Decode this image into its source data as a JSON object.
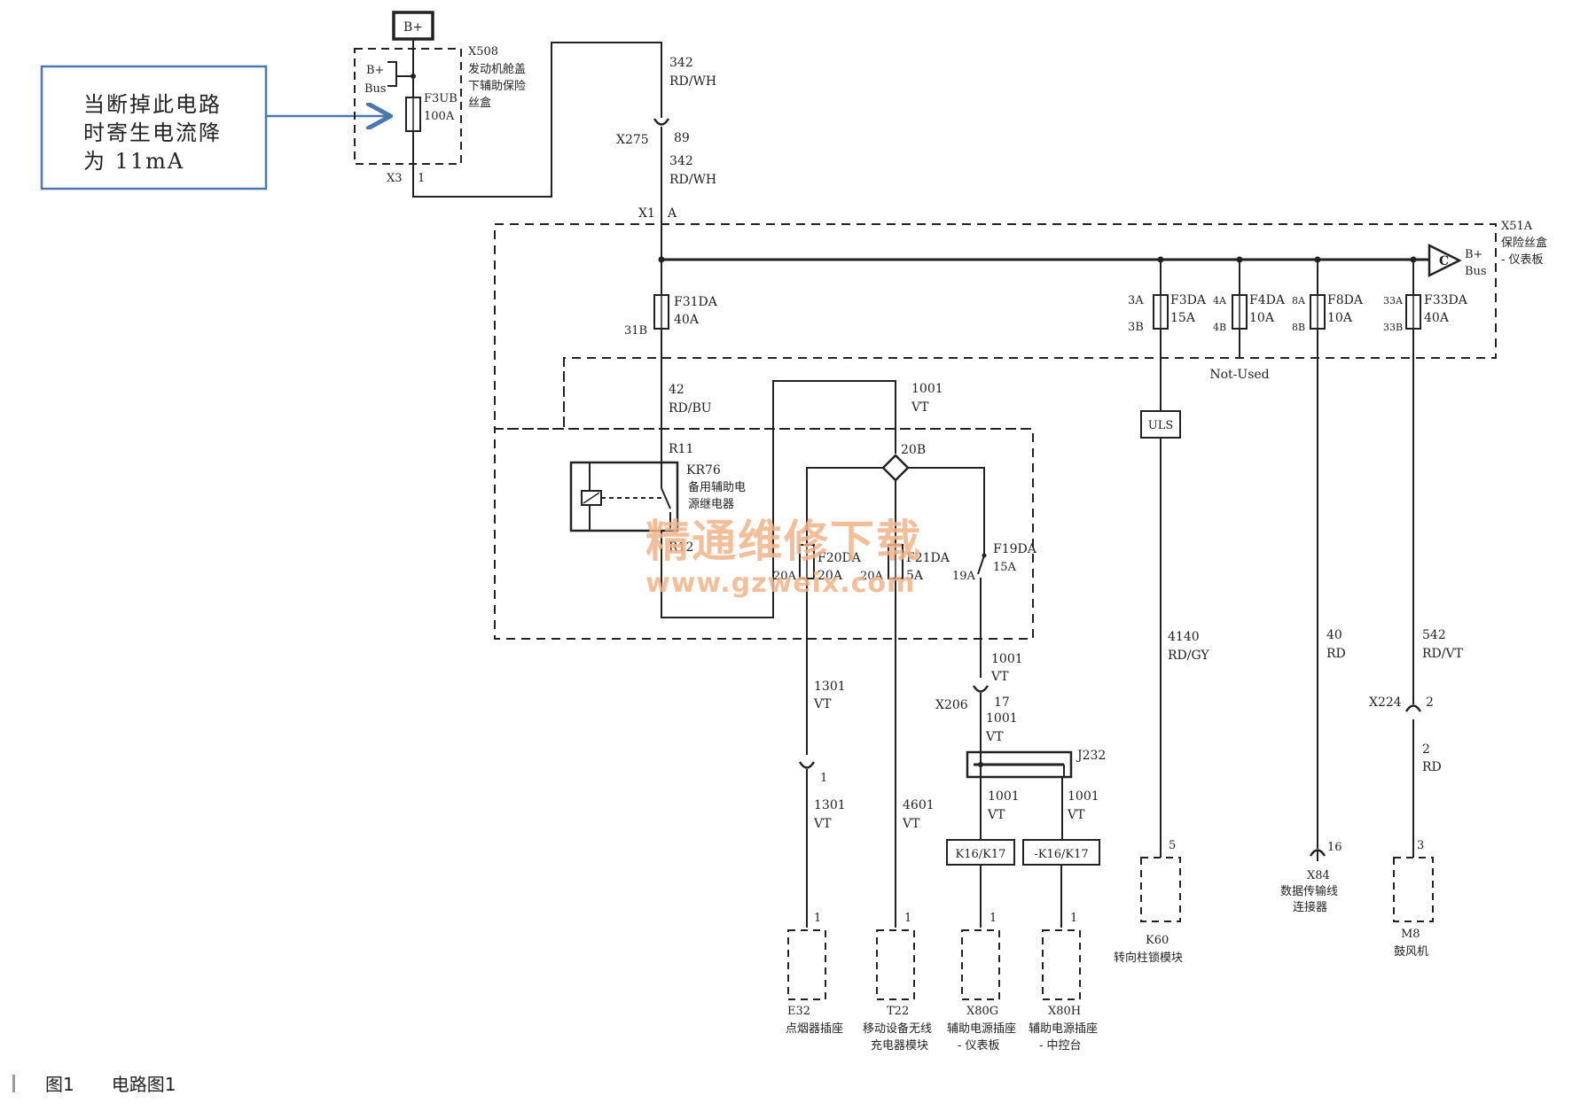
{
  "callout": {
    "lines": [
      "当断掉此电路",
      "时寄生电流降",
      "为 11mA"
    ]
  },
  "bplus_box": "B+",
  "x508": {
    "name": "X508",
    "desc": [
      "发动机舱盖",
      "下辅助保险",
      "丝盒"
    ],
    "bus_label": [
      "B+",
      "Bus"
    ],
    "fuse": {
      "name": "F3UB",
      "rating": "100A"
    },
    "connector": {
      "name": "X3",
      "pin": "1"
    }
  },
  "wire_342_top": {
    "circuit": "342",
    "color": "RD/WH"
  },
  "x275": {
    "name": "X275",
    "pin": "89"
  },
  "wire_342_bottom": {
    "circuit": "342",
    "color": "RD/WH"
  },
  "x1": {
    "name": "X1",
    "pin": "A"
  },
  "x51a": {
    "name": "X51A",
    "desc": [
      "保险丝盒",
      "- 仪表板"
    ],
    "bus_label": [
      "B+",
      "Bus"
    ],
    "bus_symbol": "C"
  },
  "fuses": {
    "f31da": {
      "name": "F31DA",
      "rating": "40A",
      "pin_out": "31B"
    },
    "f3da": {
      "name": "F3DA",
      "rating": "15A",
      "pin_in": "3A",
      "pin_out": "3B"
    },
    "f4da": {
      "name": "F4DA",
      "rating": "10A",
      "pin_in": "4A",
      "pin_out": "4B"
    },
    "f8da": {
      "name": "F8DA",
      "rating": "10A",
      "pin_in": "8A",
      "pin_out": "8B"
    },
    "f33da": {
      "name": "F33DA",
      "rating": "40A",
      "pin_in": "33A",
      "pin_out": "33B"
    },
    "f20da": {
      "name": "F20DA",
      "rating": "20A",
      "pin": "20A"
    },
    "f21da": {
      "name": "F21DA",
      "rating": "5A",
      "pin": "20A"
    },
    "f19da": {
      "name": "F19DA",
      "rating": "15A",
      "pin": "19A"
    }
  },
  "not_used": "Not-Used",
  "wire_42": {
    "circuit": "42",
    "color": "RD/BU"
  },
  "wire_1001_top": {
    "circuit": "1001",
    "color": "VT"
  },
  "relay": {
    "name": "KR76",
    "desc": [
      "备用辅助电",
      "源继电器"
    ],
    "pin_in": "R11",
    "pin_out": "R12"
  },
  "junction_20b": "20B",
  "uls": "ULS",
  "wire_4140": {
    "circuit": "4140",
    "color": "RD/GY"
  },
  "wire_40": {
    "circuit": "40",
    "color": "RD"
  },
  "wire_542": {
    "circuit": "542",
    "color": "RD/VT"
  },
  "x224": {
    "name": "X224",
    "pin": "2"
  },
  "wire_2": {
    "circuit": "2",
    "color": "RD"
  },
  "wire_1301_a": {
    "circuit": "1301",
    "color": "VT"
  },
  "conn_1": "1",
  "wire_1301_b": {
    "circuit": "1301",
    "color": "VT"
  },
  "wire_4601": {
    "circuit": "4601",
    "color": "VT"
  },
  "wire_1001_f19": {
    "circuit": "1001",
    "color": "VT"
  },
  "x206": {
    "name": "X206",
    "pin": "17"
  },
  "wire_1001_j": {
    "circuit": "1001",
    "color": "VT"
  },
  "j232": "J232",
  "wire_1001_l": {
    "circuit": "1001",
    "color": "VT"
  },
  "wire_1001_r": {
    "circuit": "1001",
    "color": "VT"
  },
  "k16_a": "K16/K17",
  "k16_b": "-K16/K17",
  "pins": {
    "k60": "5",
    "x84": "16",
    "m8": "3",
    "e32": "1",
    "t22": "1",
    "x80g": "1",
    "x80h": "1"
  },
  "modules": {
    "e32": {
      "name": "E32",
      "desc": [
        "点烟器插座"
      ]
    },
    "t22": {
      "name": "T22",
      "desc": [
        "移动设备无线",
        "充电器模块"
      ]
    },
    "x80g": {
      "name": "X80G",
      "desc": [
        "辅助电源插座",
        "- 仪表板"
      ]
    },
    "x80h": {
      "name": "X80H",
      "desc": [
        "辅助电源插座",
        "- 中控台"
      ]
    },
    "k60": {
      "name": "K60",
      "desc": [
        "转向柱锁模块"
      ]
    },
    "x84": {
      "name": "X84",
      "desc": [
        "数据传输线",
        "连接器"
      ]
    },
    "m8": {
      "name": "M8",
      "desc": [
        "鼓风机"
      ]
    }
  },
  "watermark": {
    "cn": "精通维修下载",
    "url": "www.gzweix.com"
  },
  "caption": {
    "fig": "图1",
    "title": "电路图1"
  },
  "colors": {
    "line": "#222222",
    "callout_border": "#4a78b0",
    "arrow": "#4a78b0",
    "watermark": "#f2b48a"
  }
}
